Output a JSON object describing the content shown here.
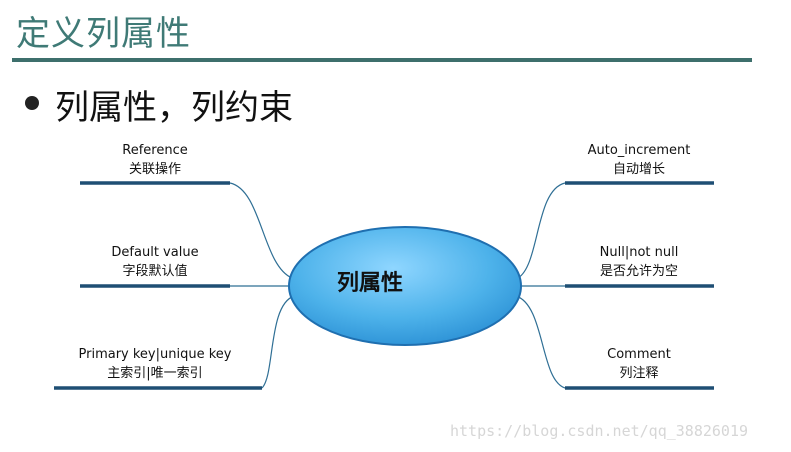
{
  "slide": {
    "title": "定义列属性",
    "bullet": "列属性，列约束"
  },
  "mindmap": {
    "center": "列属性",
    "nodes": [
      {
        "en": "Reference",
        "cn": "关联操作"
      },
      {
        "en": "Default value",
        "cn": "字段默认值"
      },
      {
        "en": "Primary key|unique key",
        "cn": "主索引|唯一索引"
      },
      {
        "en": "Auto_increment",
        "cn": "自动增长"
      },
      {
        "en": "Null|not null",
        "cn": "是否允许为空"
      },
      {
        "en": "Comment",
        "cn": "列注释"
      }
    ]
  },
  "watermark": "https://blog.csdn.net/qq_38826019",
  "colors": {
    "title": "#3f7a76",
    "rule": "#3d6f6c",
    "ellipse_fill": "#55b8ee",
    "ellipse_stroke": "#1f6fb0",
    "branch": "#2f6f95",
    "underline": "#1e4f74"
  }
}
